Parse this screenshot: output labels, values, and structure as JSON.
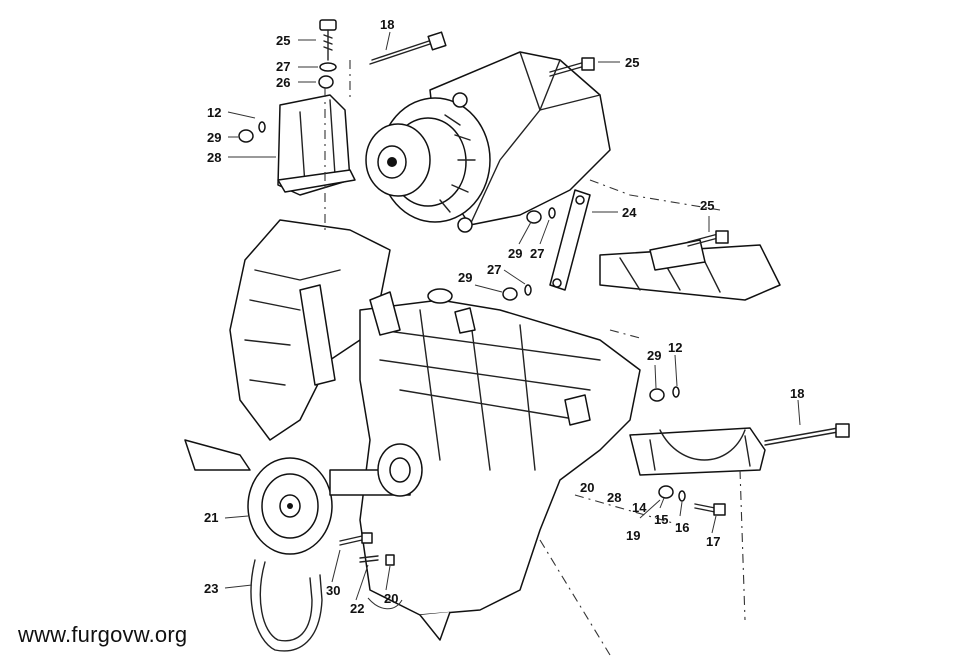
{
  "diagram": {
    "watermark": "www.furgovw.org",
    "labels": {
      "l25a": "25",
      "l27a": "27",
      "l26": "26",
      "l18a": "18",
      "l25b": "25",
      "l12a": "12",
      "l29a": "29",
      "l28a": "28",
      "l24": "24",
      "l25c": "25",
      "l29b": "29",
      "l27b": "27",
      "l29c": "29",
      "l27c": "27",
      "l29d": "29",
      "l12b": "12",
      "l18b": "18",
      "l20a": "20",
      "l28b": "28",
      "l14": "14",
      "l15": "15",
      "l16": "16",
      "l19": "19",
      "l17": "17",
      "l21": "21",
      "l23": "23",
      "l30": "30",
      "l22": "22",
      "l20b": "20"
    }
  }
}
